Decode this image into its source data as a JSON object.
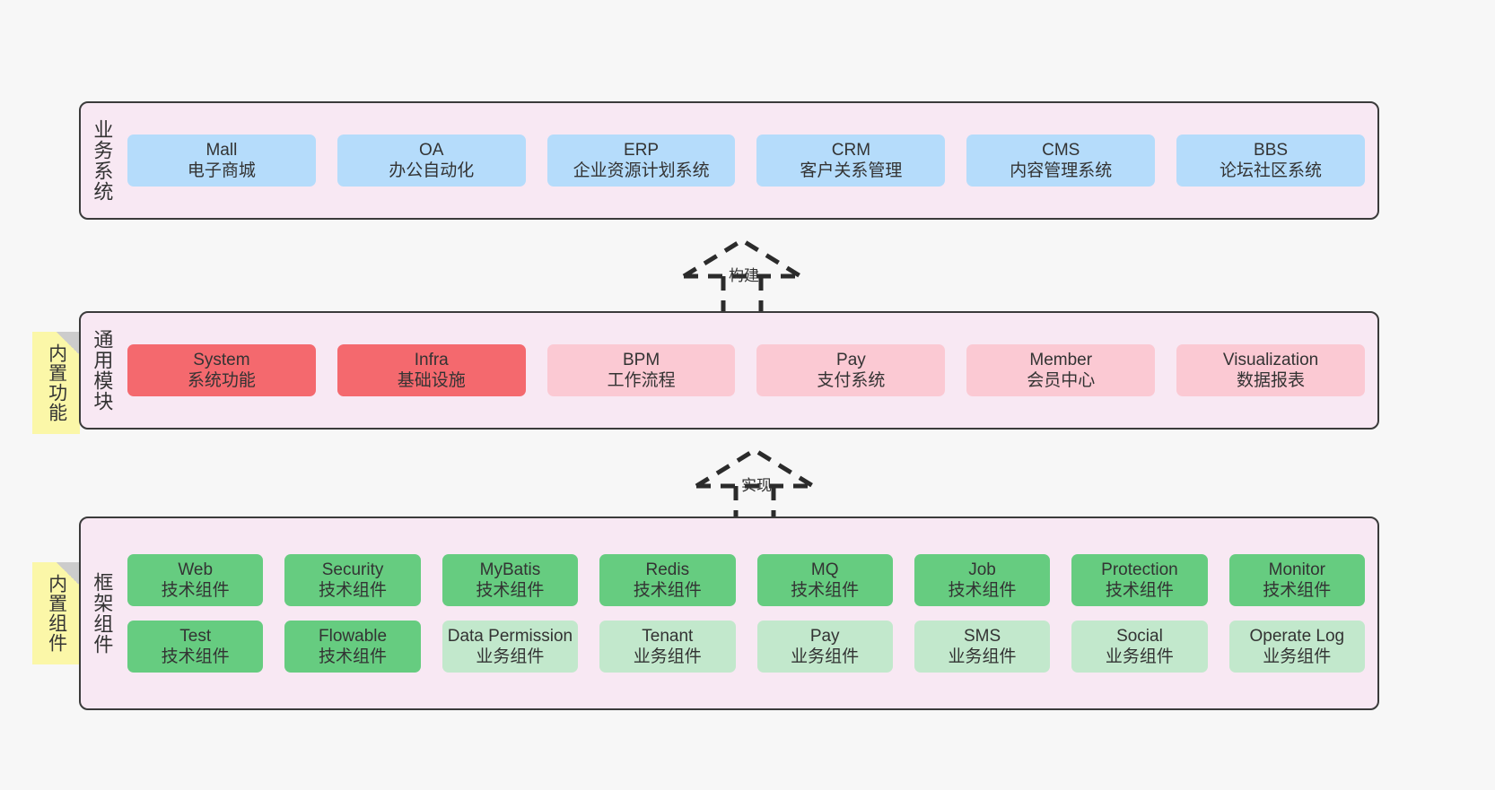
{
  "diagram": {
    "background_color": "#f7f7f7",
    "layer_fill": "#f8e8f3",
    "layer_border": "#3b3b3b",
    "sticky_color": "#fbf7a8",
    "colors": {
      "blue": "#b5dcfb",
      "red": "#f4696e",
      "pink": "#fbc9d3",
      "green": "#66cc80",
      "light_green": "#c2e8cc"
    }
  },
  "layers": [
    {
      "id": "business",
      "title": "业务系统",
      "rows": [
        {
          "cards": [
            {
              "en": "Mall",
              "cn": "电子商城",
              "color": "blue"
            },
            {
              "en": "OA",
              "cn": "办公自动化",
              "color": "blue"
            },
            {
              "en": "ERP",
              "cn": "企业资源计划系统",
              "color": "blue"
            },
            {
              "en": "CRM",
              "cn": "客户关系管理",
              "color": "blue"
            },
            {
              "en": "CMS",
              "cn": "内容管理系统",
              "color": "blue"
            },
            {
              "en": "BBS",
              "cn": "论坛社区系统",
              "color": "blue"
            }
          ]
        }
      ]
    },
    {
      "id": "common",
      "title": "通用模块",
      "sticky": "内置功能",
      "rows": [
        {
          "cards": [
            {
              "en": "System",
              "cn": "系统功能",
              "color": "red"
            },
            {
              "en": "Infra",
              "cn": "基础设施",
              "color": "red"
            },
            {
              "en": "BPM",
              "cn": "工作流程",
              "color": "pink"
            },
            {
              "en": "Pay",
              "cn": "支付系统",
              "color": "pink"
            },
            {
              "en": "Member",
              "cn": "会员中心",
              "color": "pink"
            },
            {
              "en": "Visualization",
              "cn": "数据报表",
              "color": "pink"
            }
          ]
        }
      ]
    },
    {
      "id": "framework",
      "title": "框架组件",
      "sticky": "内置组件",
      "rows": [
        {
          "cards": [
            {
              "en": "Web",
              "cn": "技术组件",
              "color": "green"
            },
            {
              "en": "Security",
              "cn": "技术组件",
              "color": "green"
            },
            {
              "en": "MyBatis",
              "cn": "技术组件",
              "color": "green"
            },
            {
              "en": "Redis",
              "cn": "技术组件",
              "color": "green"
            },
            {
              "en": "MQ",
              "cn": "技术组件",
              "color": "green"
            },
            {
              "en": "Job",
              "cn": "技术组件",
              "color": "green"
            },
            {
              "en": "Protection",
              "cn": "技术组件",
              "color": "green"
            },
            {
              "en": "Monitor",
              "cn": "技术组件",
              "color": "green"
            }
          ]
        },
        {
          "cards": [
            {
              "en": "Test",
              "cn": "技术组件",
              "color": "green"
            },
            {
              "en": "Flowable",
              "cn": "技术组件",
              "color": "green"
            },
            {
              "en": "Data Permission",
              "cn": "业务组件",
              "color": "light_green",
              "wrap": true
            },
            {
              "en": "Tenant",
              "cn": "业务组件",
              "color": "light_green"
            },
            {
              "en": "Pay",
              "cn": "业务组件",
              "color": "light_green"
            },
            {
              "en": "SMS",
              "cn": "业务组件",
              "color": "light_green"
            },
            {
              "en": "Social",
              "cn": "业务组件",
              "color": "light_green"
            },
            {
              "en": "Operate Log",
              "cn": "业务组件",
              "color": "light_green"
            }
          ]
        }
      ]
    }
  ],
  "connectors": [
    {
      "id": "build",
      "label": "构建",
      "style": "dashed-hollow-triangle-up"
    },
    {
      "id": "implement",
      "label": "实现",
      "style": "dashed-hollow-triangle-up"
    }
  ]
}
